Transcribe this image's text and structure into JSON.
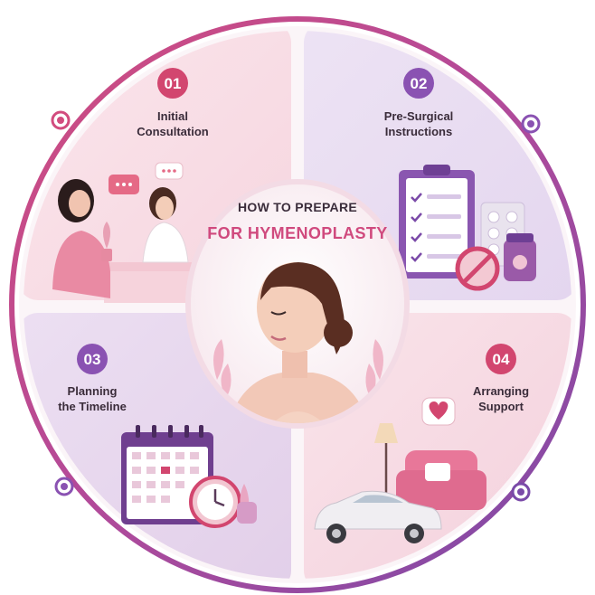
{
  "title": {
    "line1": "HOW TO PREPARE",
    "line2": "FOR HYMENOPLASTY"
  },
  "steps": [
    {
      "number": "01",
      "label_lines": [
        "Initial",
        "Consultation"
      ]
    },
    {
      "number": "02",
      "label_lines": [
        "Pre-Surgical",
        "Instructions"
      ]
    },
    {
      "number": "03",
      "label_lines": [
        "Planning",
        "the Timeline"
      ]
    },
    {
      "number": "04",
      "label_lines": [
        "Arranging",
        "Support"
      ]
    }
  ],
  "colors": {
    "ring_start": "#d24c7e",
    "ring_end": "#7a4aa8",
    "step1_badge": "#d2466f",
    "step2_badge": "#8a52b2",
    "step3_badge": "#8a52b2",
    "step4_badge": "#d2466f"
  }
}
